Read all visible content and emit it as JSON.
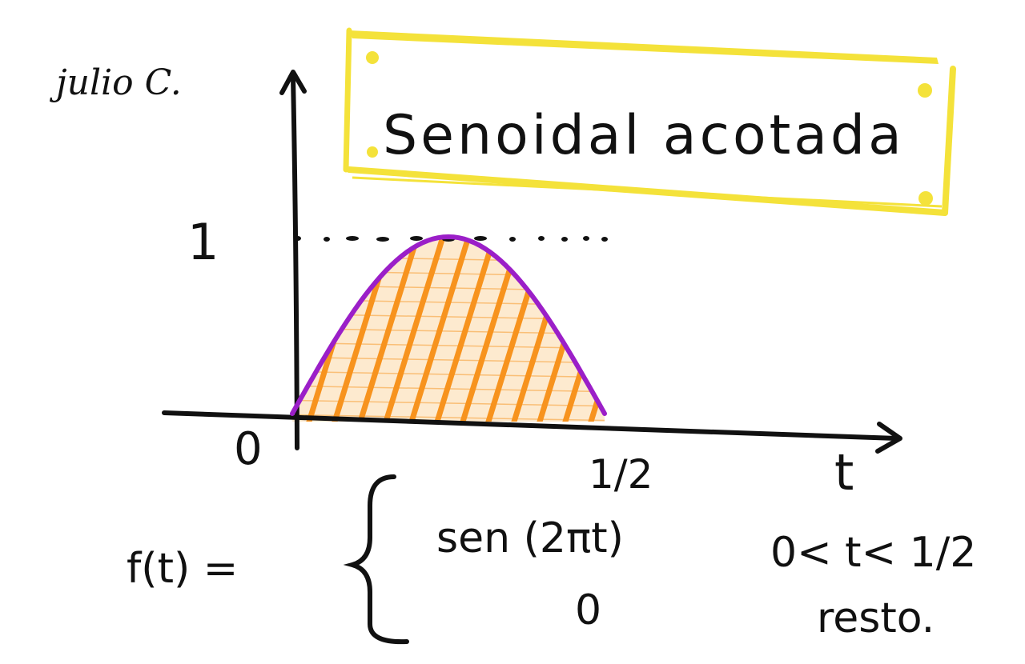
{
  "author": "julio C.",
  "title": "Senoidal acotada",
  "axis": {
    "y_tick_label": "1",
    "origin_label": "0",
    "x_tick_label": "1/2",
    "x_axis_label": "t"
  },
  "formula": {
    "lhs": "f(t) =",
    "case1_expr": "sen (2πt)",
    "case1_cond": "0< t< 1/2",
    "case2_expr": "0",
    "case2_cond": "resto."
  },
  "colors": {
    "ink": "#111111",
    "curve": "#9b1fc8",
    "hatch": "#f7931e",
    "title_frame": "#f4e23a"
  }
}
